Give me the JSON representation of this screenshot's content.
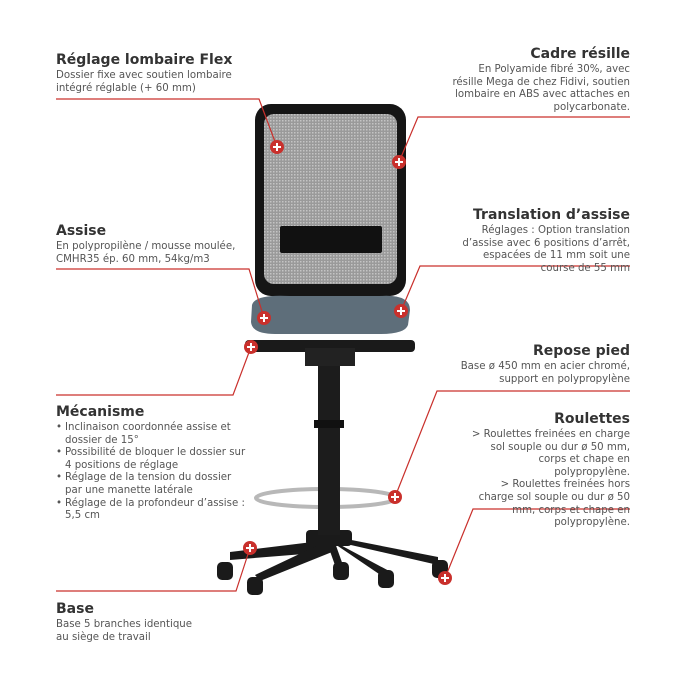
{
  "accent_color": "#c9302c",
  "callouts": {
    "lombaire": {
      "title": "Réglage lombaire Flex",
      "text": "Dossier fixe avec soutien lombaire intégré réglable (+ 60 mm)"
    },
    "cadre": {
      "title": "Cadre résille",
      "text": "En Polyamide fibré 30%, avec résille Mega de chez Fidivi, soutien lombaire en ABS avec attaches en polycarbonate."
    },
    "assise": {
      "title": "Assise",
      "text": "En polypropilène / mousse moulée, CMHR35 ép. 60 mm, 54kg/m3"
    },
    "translation": {
      "title": "Translation d’assise",
      "text": "Réglages : Option translation d’assise avec 6 positions d’arrêt, espacées de 11 mm soit une course de 55 mm"
    },
    "repose": {
      "title": "Repose pied",
      "text": "Base ø 450 mm en acier chromé, support en polypropylène"
    },
    "mecanisme": {
      "title": "Mécanisme",
      "items": [
        "Inclinaison coordonnée assise et dossier de 15°",
        "Possibilité de bloquer le dossier sur 4 positions de réglage",
        "Réglage de la tension du dossier par une manette latérale",
        "Réglage de la profondeur d’assise : 5,5 cm"
      ]
    },
    "roulettes": {
      "title": "Roulettes",
      "lines": [
        "> Roulettes freinées en charge sol souple ou dur ø 50 mm, corps et chape en polypropylène.",
        "> Roulettes freinées hors charge sol souple ou dur ø 50 mm, corps et chape en polypropylène."
      ]
    },
    "base": {
      "title": "Base",
      "text": "Base 5 branches identique au siège de travail"
    }
  }
}
